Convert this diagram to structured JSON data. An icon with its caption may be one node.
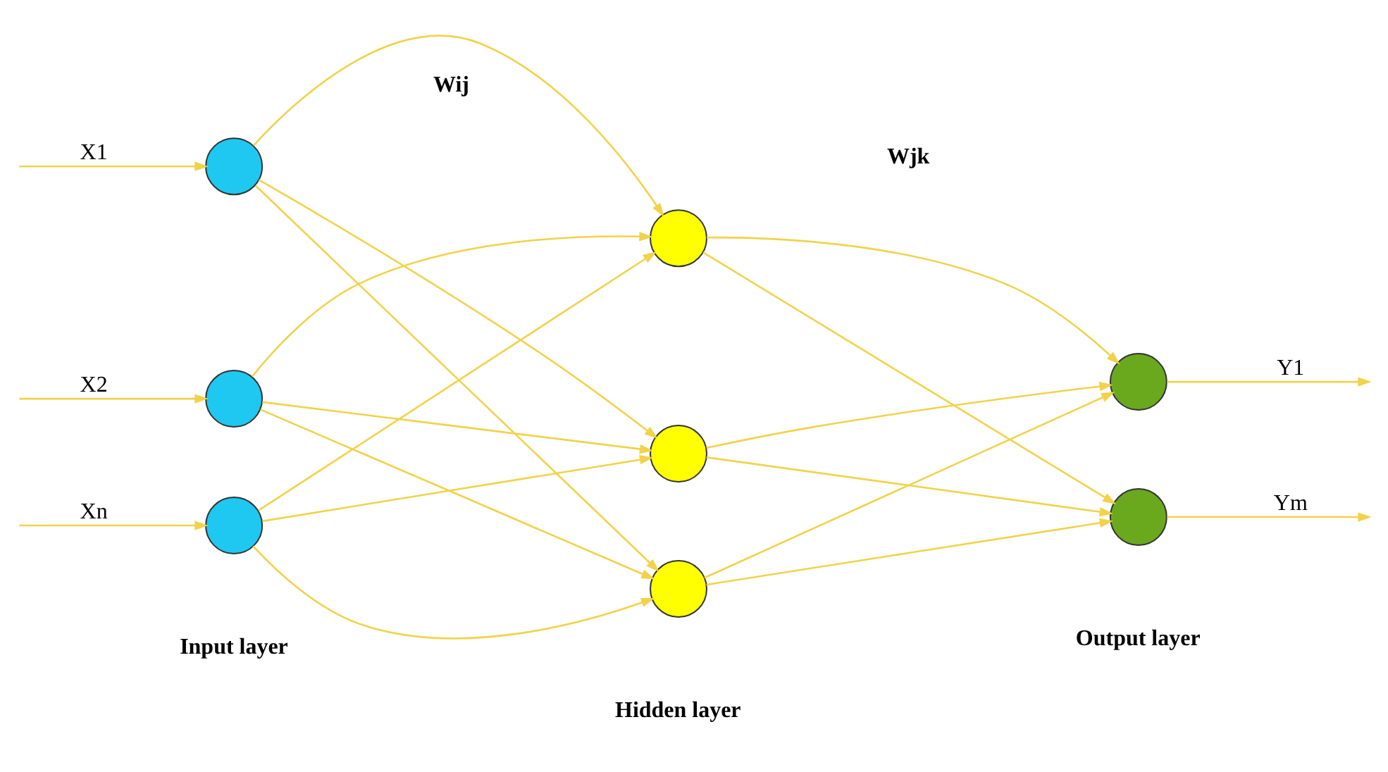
{
  "diagram": {
    "nodes": [
      {
        "text": [],
        "shape": "circle"
      },
      {
        "text": [],
        "shape": "circle"
      },
      {
        "text": [],
        "shape": "circle"
      },
      {
        "text": [],
        "shape": "circle"
      },
      {
        "text": [],
        "shape": "circle"
      },
      {
        "text": [],
        "shape": "circle"
      },
      {
        "text": [],
        "shape": "circle"
      },
      {
        "text": [],
        "shape": "circle"
      }
    ],
    "edges": [
      {
        "from": null,
        "to": 0,
        "arrow": "to",
        "label": "X1"
      },
      {
        "from": null,
        "to": 1,
        "arrow": "to",
        "label": "X2"
      },
      {
        "from": null,
        "to": 2,
        "arrow": "to",
        "label": "Xn"
      },
      {
        "from": 0,
        "to": 3,
        "arrow": "to"
      },
      {
        "from": 0,
        "to": 4,
        "arrow": "to"
      },
      {
        "from": 0,
        "to": 5,
        "arrow": "to"
      },
      {
        "from": 1,
        "to": 3,
        "arrow": "to"
      },
      {
        "from": 1,
        "to": 4,
        "arrow": "to"
      },
      {
        "from": 1,
        "to": 5,
        "arrow": "to"
      },
      {
        "from": 2,
        "to": 3,
        "arrow": "to"
      },
      {
        "from": 2,
        "to": 4,
        "arrow": "to"
      },
      {
        "from": 2,
        "to": 5,
        "arrow": "to"
      },
      {
        "from": 3,
        "to": 6,
        "arrow": "to"
      },
      {
        "from": 3,
        "to": 7,
        "arrow": "to"
      },
      {
        "from": 4,
        "to": 6,
        "arrow": "to"
      },
      {
        "from": 4,
        "to": 7,
        "arrow": "to"
      },
      {
        "from": 5,
        "to": 6,
        "arrow": "to"
      },
      {
        "from": 5,
        "to": 7,
        "arrow": "to"
      },
      {
        "from": 6,
        "to": null,
        "arrow": "to",
        "label": "Y1"
      },
      {
        "from": 7,
        "to": null,
        "arrow": "to",
        "label": "Ym"
      }
    ],
    "labels": [
      "Wij",
      "Wjk",
      "Input layer",
      "Hidden layer",
      "Output layer"
    ]
  }
}
